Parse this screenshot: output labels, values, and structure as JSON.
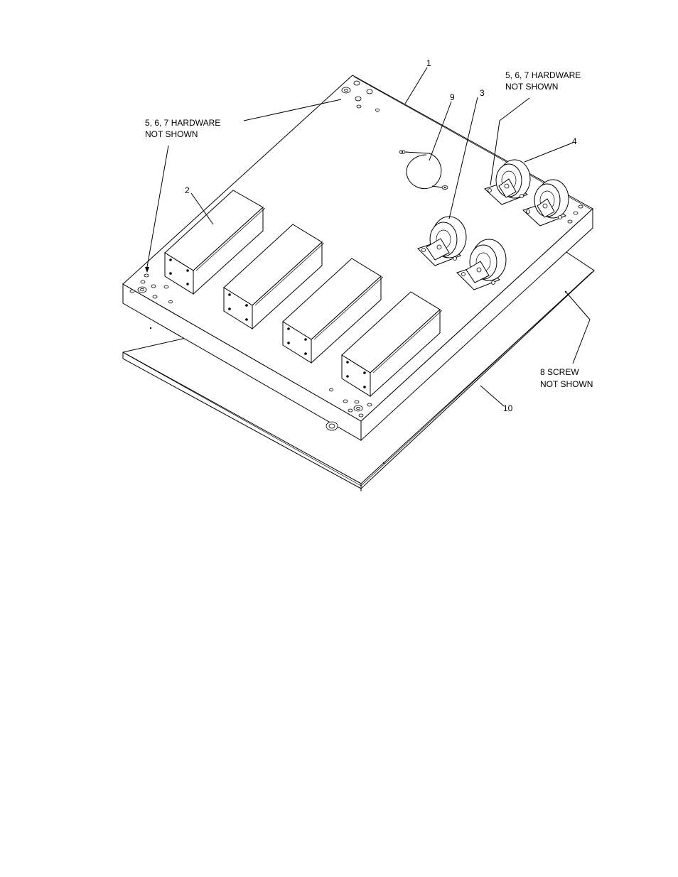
{
  "callouts": {
    "c1": "1",
    "c2": "2",
    "c3": "3",
    "c4": "4",
    "c9": "9",
    "c10": "10",
    "hw_left_line1": "5, 6, 7 HARDWARE",
    "hw_left_line2": "NOT SHOWN",
    "hw_right_line1": "5, 6, 7 HARDWARE",
    "hw_right_line2": "NOT SHOWN",
    "screw_line1": "8 SCREW",
    "screw_line2": "NOT SHOWN"
  }
}
